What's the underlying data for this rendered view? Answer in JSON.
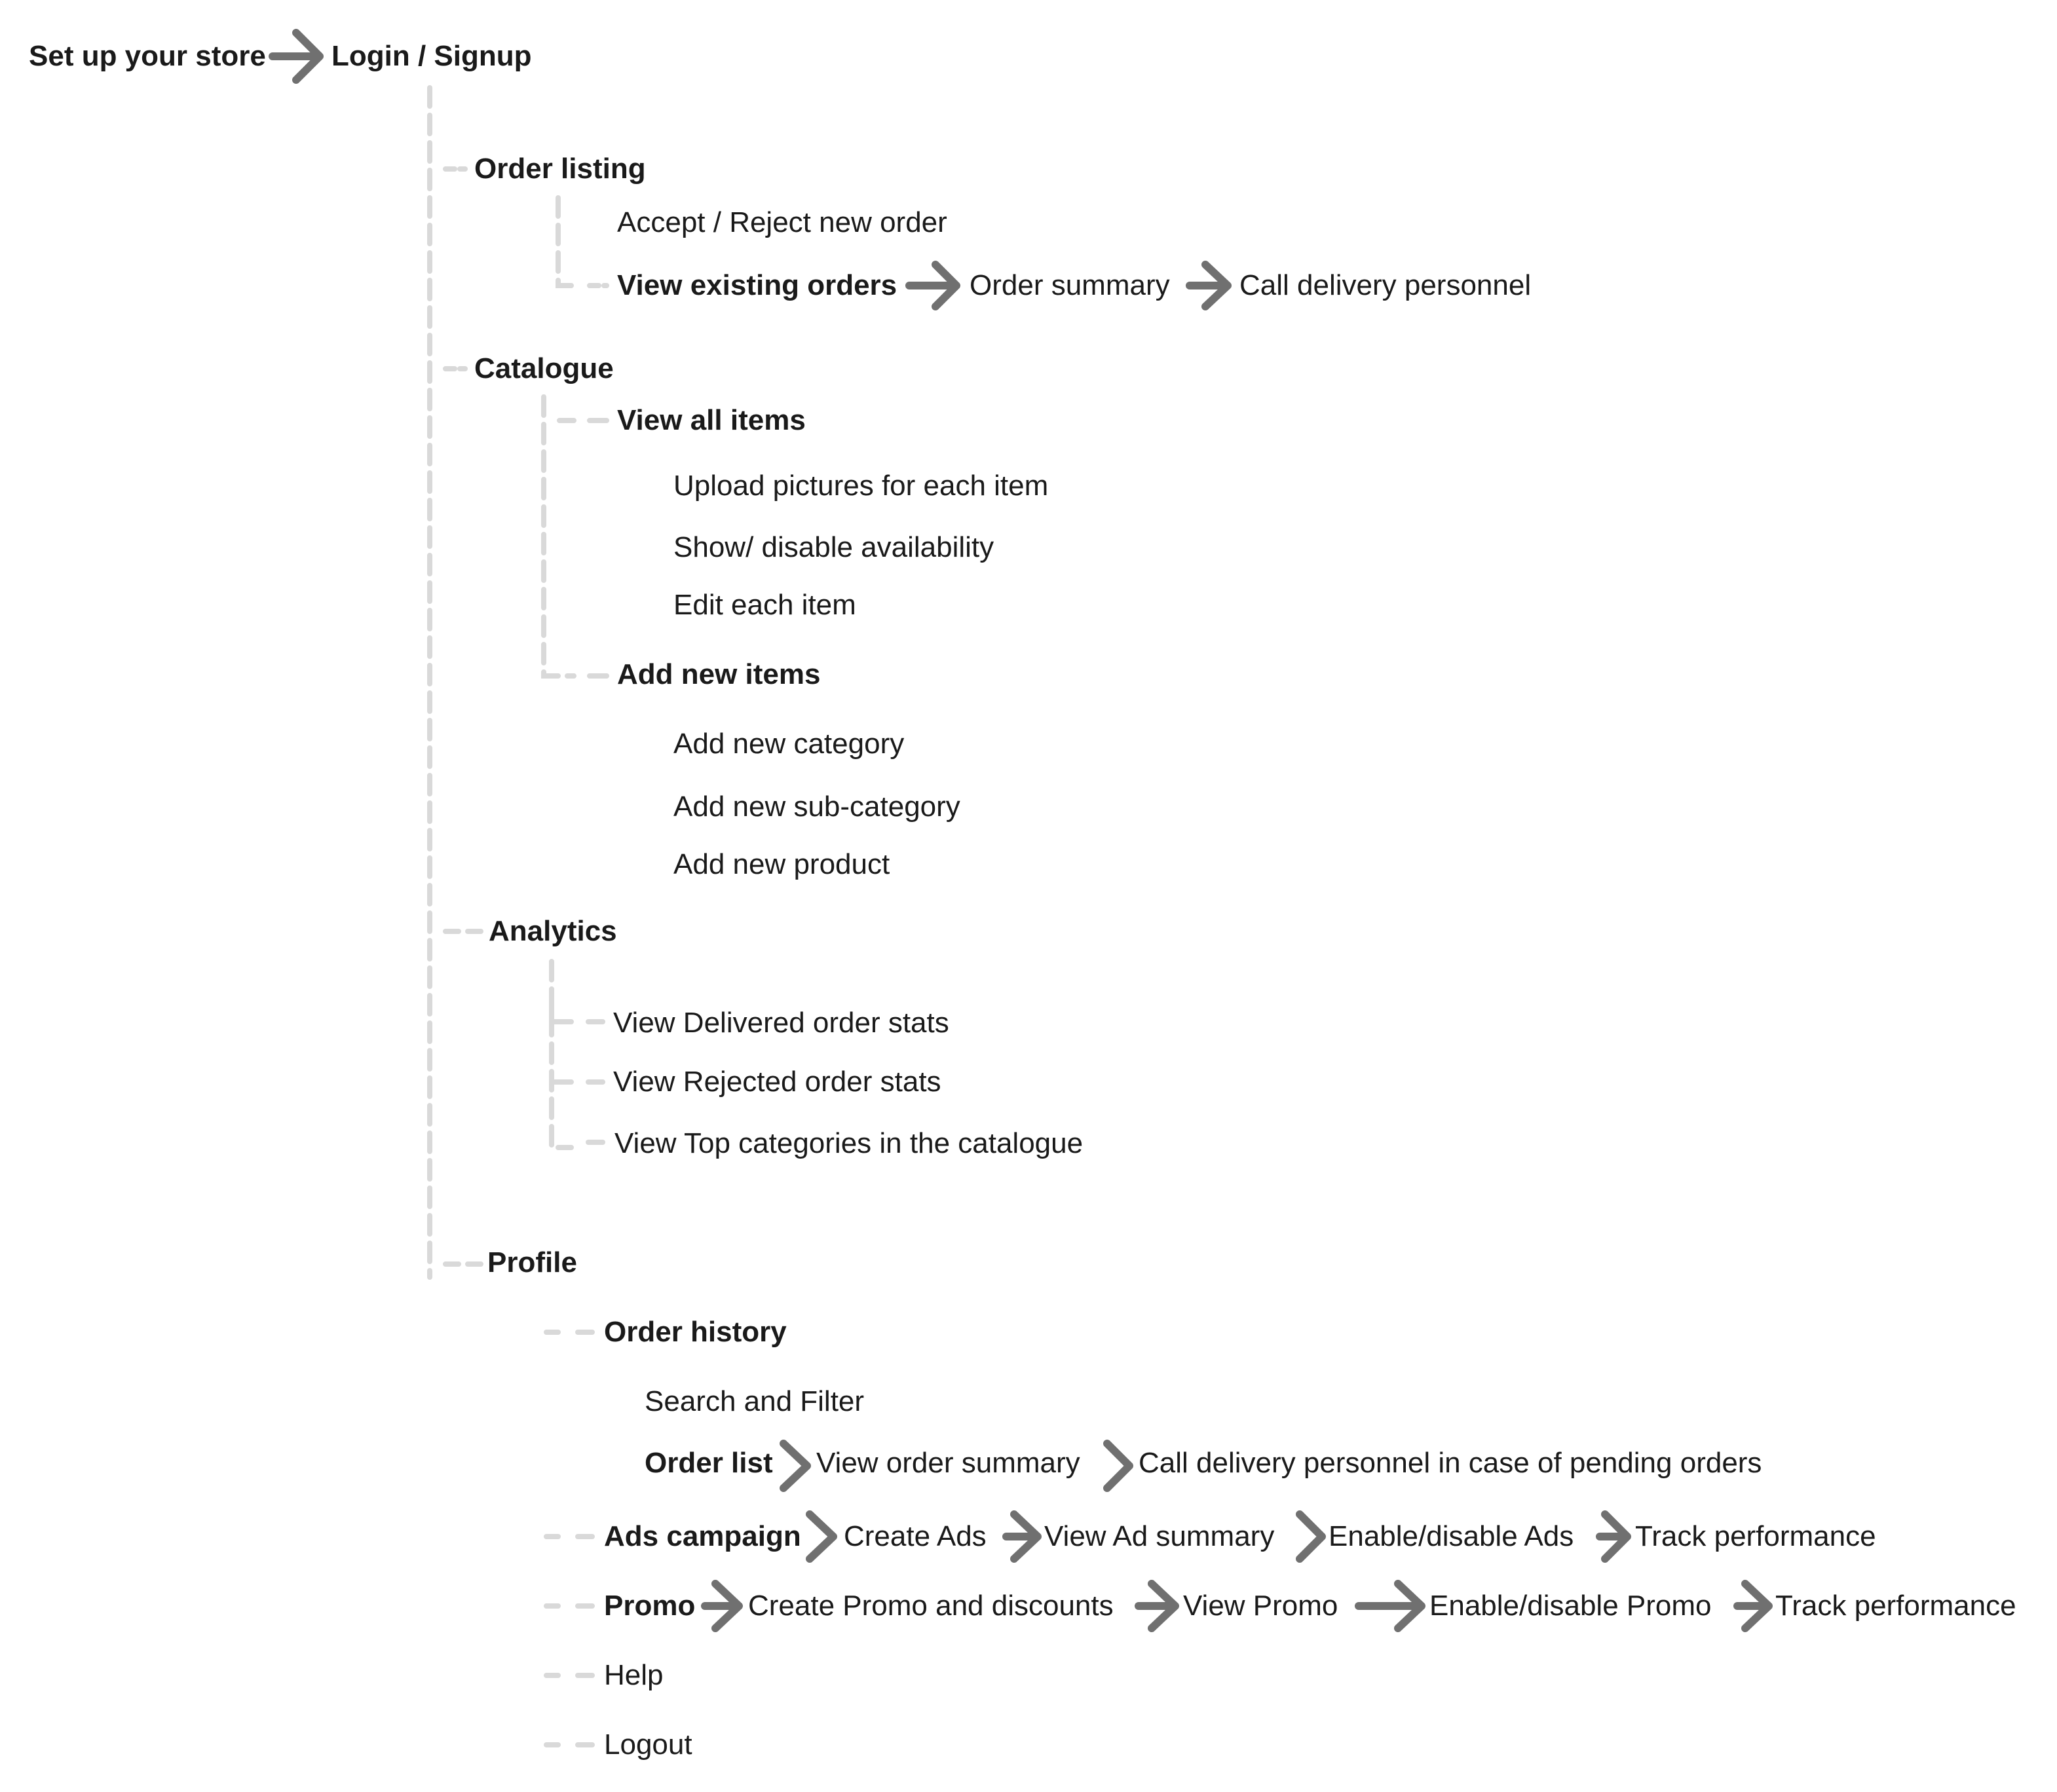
{
  "flow": {
    "start": "Set up your store",
    "login": "Login / Signup"
  },
  "order_listing": {
    "title": "Order listing",
    "accept_reject": "Accept / Reject new order",
    "view_existing": "View existing orders",
    "order_summary": "Order summary",
    "call_delivery": "Call delivery personnel"
  },
  "catalogue": {
    "title": "Catalogue",
    "view_all": "View all items",
    "upload_pictures": "Upload pictures for each item",
    "show_disable": "Show/ disable availability",
    "edit_item": "Edit each item",
    "add_new_items": "Add new items",
    "add_category": "Add new category",
    "add_sub_category": "Add new sub-category",
    "add_product": "Add new product"
  },
  "analytics": {
    "title": "Analytics",
    "delivered": "View Delivered order stats",
    "rejected": "View Rejected order stats",
    "top_categories": "View Top categories in the catalogue"
  },
  "profile": {
    "title": "Profile",
    "order_history": "Order history",
    "search_filter": "Search and Filter",
    "order_list": "Order list",
    "view_order_summary": "View order summary",
    "call_pending": "Call delivery personnel in case of pending orders",
    "ads_campaign": "Ads campaign",
    "create_ads": "Create Ads",
    "view_ad_summary": "View Ad summary",
    "enable_ads": "Enable/disable Ads",
    "track_ads": "Track performance",
    "promo": "Promo",
    "create_promo": "Create Promo and discounts",
    "view_promo": "View Promo",
    "enable_promo": "Enable/disable Promo",
    "track_promo": "Track performance",
    "help": "Help",
    "logout": "Logout"
  },
  "colors": {
    "connector_dash": "#d9d9d9",
    "arrow": "#707070",
    "text": "#1a1a1a"
  }
}
